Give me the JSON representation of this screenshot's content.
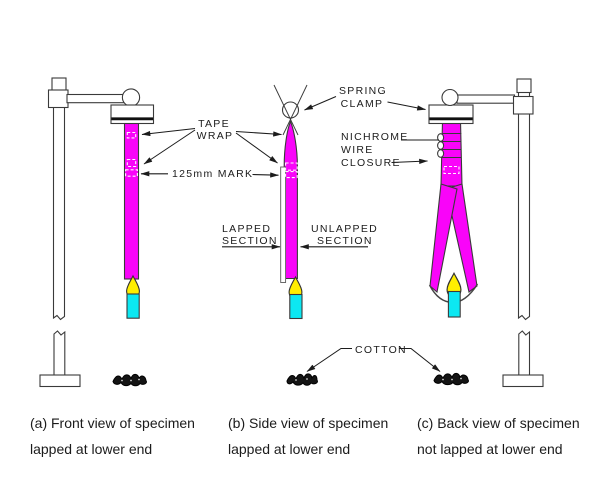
{
  "labels": {
    "tape": "TAPE",
    "wrap": "WRAP",
    "mark_125": "125mm MARK",
    "spring": "SPRING",
    "clamp": "CLAMP",
    "nichrome": "NICHROME",
    "wire": "WIRE",
    "closure": "CLOSURE",
    "lapped_1": "LAPPED",
    "lapped_2": "SECTION",
    "unlapped_1": "UNLAPPED",
    "unlapped_2": "SECTION",
    "cotton": "COTTON"
  },
  "captions": {
    "a1": "(a) Front view of specimen",
    "a2": "lapped at lower end",
    "b1": "(b) Side view of specimen",
    "b2": "lapped at lower end",
    "c1": "(c) Back view of specimen",
    "c2": "not lapped at lower end"
  },
  "colors": {
    "specimen_magenta": "#f904f9",
    "flame_yellow": "#ffee00",
    "burner_cyan": "#0ce8f2",
    "cotton_black": "#141414",
    "line": "#1c1c1c"
  }
}
